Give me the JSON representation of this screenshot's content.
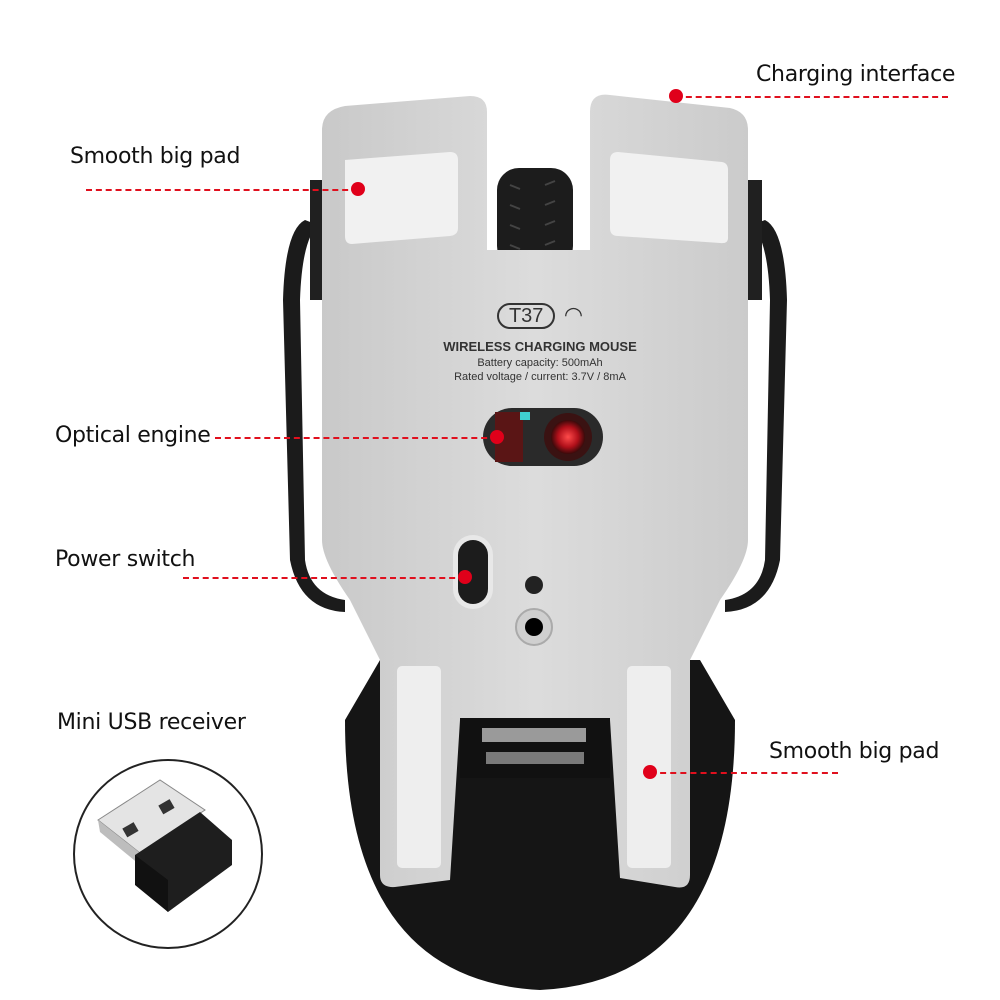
{
  "product": {
    "model_badge": "T37",
    "title": "WIRELESS CHARGING MOUSE",
    "battery": "Battery capacity: 500mAh",
    "rating": "Rated voltage / current: 3.7V / 8mA"
  },
  "callouts": [
    {
      "label": "Charging interface",
      "side": "right"
    },
    {
      "label": "Smooth big pad",
      "side": "left"
    },
    {
      "label": "Optical engine",
      "side": "left"
    },
    {
      "label": "Power switch",
      "side": "left"
    },
    {
      "label": "Smooth big pad",
      "side": "right"
    }
  ],
  "inset": {
    "label": "Mini USB receiver"
  },
  "colors": {
    "accent": "#e0001a",
    "plate": "#d6d6d6",
    "body": "#1a1a1a"
  }
}
